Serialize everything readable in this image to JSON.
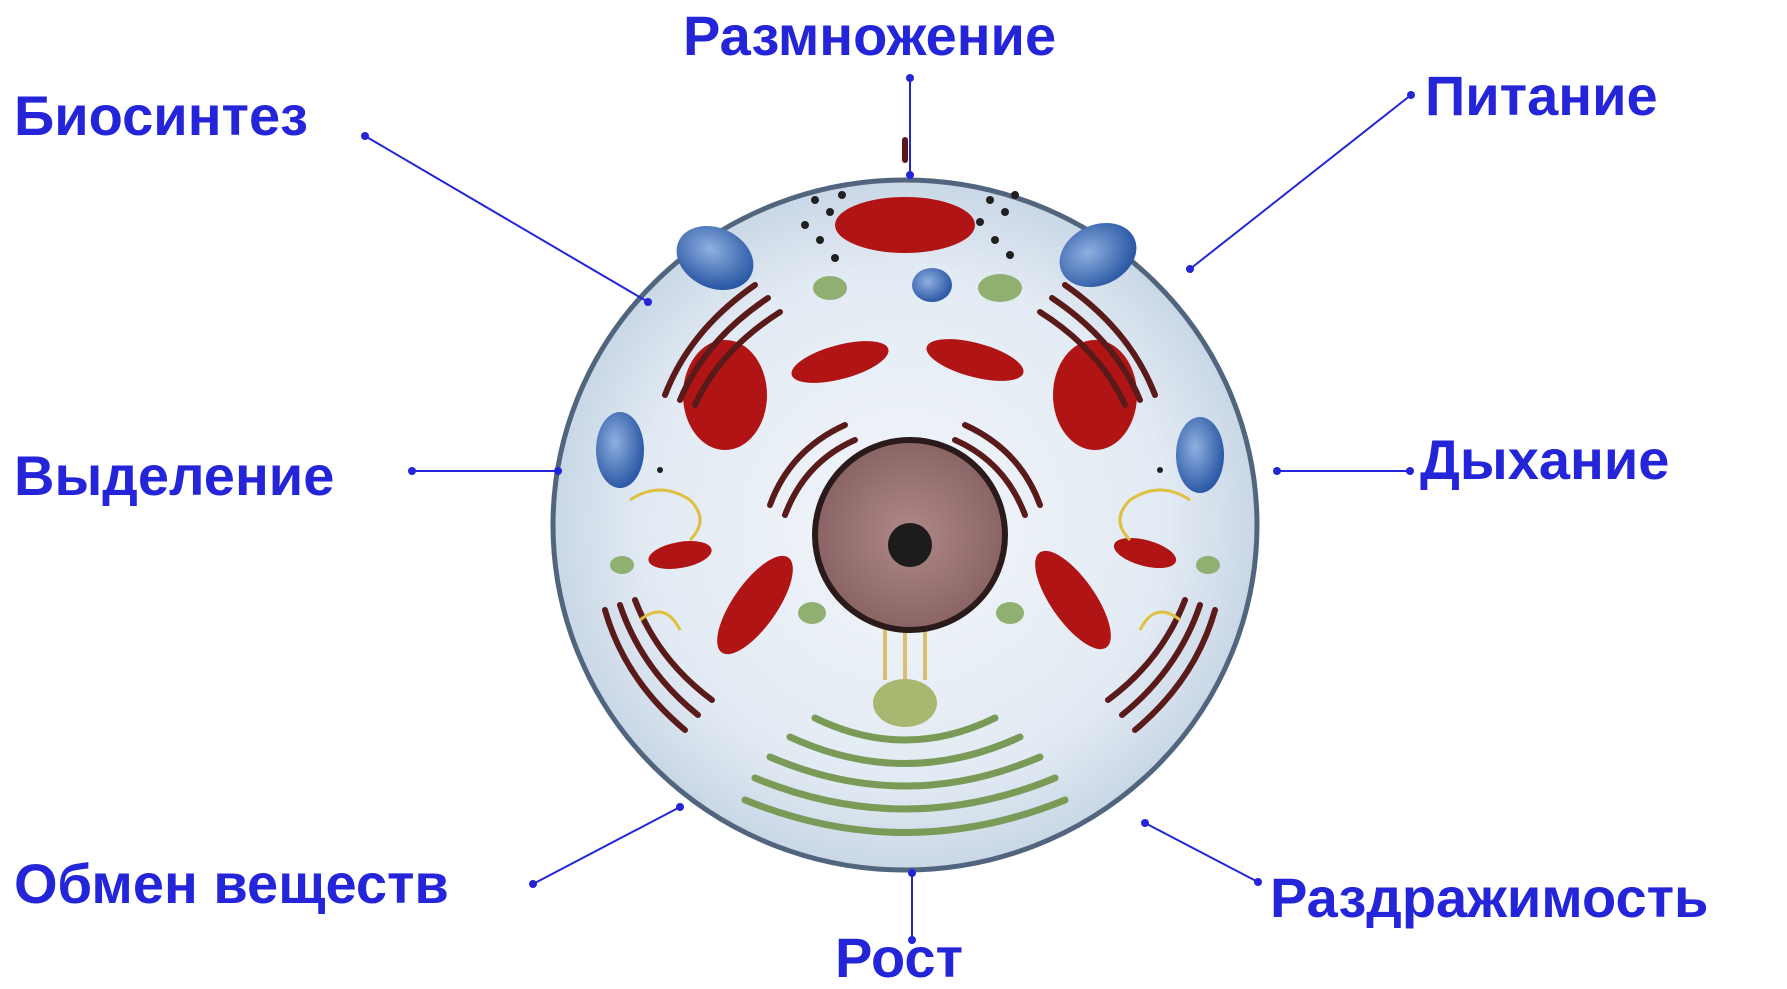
{
  "labels": {
    "top": "Размножение",
    "top_left": "Биосинтез",
    "top_right": "Питание",
    "mid_left": "Выделение",
    "mid_right": "Дыхание",
    "bottom_left": "Обмен веществ",
    "bottom_right": "Раздражимость",
    "bottom": "Рост"
  },
  "colors": {
    "label": "#2424d8",
    "leader_line": "#2424d8",
    "cell_membrane": "#51657e",
    "cytoplasm": "#e4ecf4",
    "mitochondria": "#b01414",
    "nucleus": "#a87a78",
    "nucleolus": "#202020",
    "golgi": "#7a9a58",
    "vacuole": "#3a66b0",
    "er": "#5a1a1a"
  }
}
